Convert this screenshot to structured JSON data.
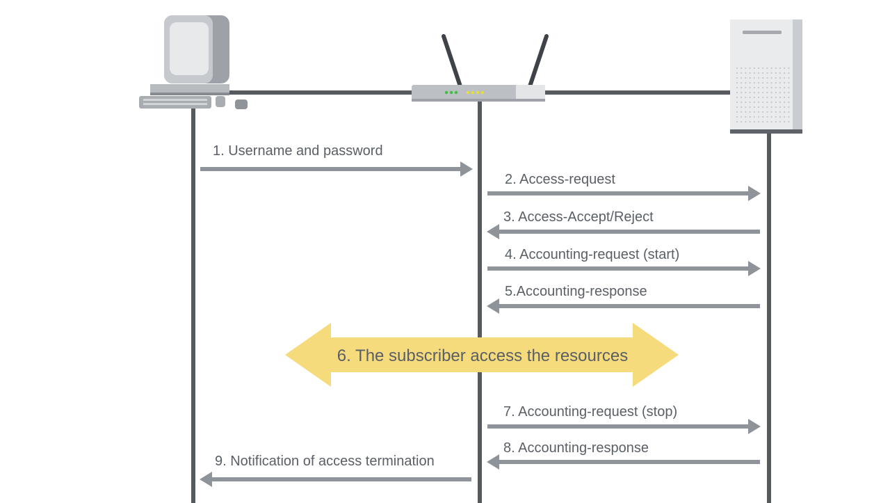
{
  "diagram": {
    "messages": [
      {
        "label": "1. Username and password",
        "from": "client",
        "to": "nas"
      },
      {
        "label": "2. Access-request",
        "from": "nas",
        "to": "server"
      },
      {
        "label": "3. Access-Accept/Reject",
        "from": "server",
        "to": "nas"
      },
      {
        "label": "4. Accounting-request (start)",
        "from": "nas",
        "to": "server"
      },
      {
        "label": "5.Accounting-response",
        "from": "server",
        "to": "nas"
      },
      {
        "label": "7. Accounting-request (stop)",
        "from": "nas",
        "to": "server"
      },
      {
        "label": "8. Accounting-response",
        "from": "server",
        "to": "nas"
      },
      {
        "label": "9. Notification of access termination",
        "from": "nas",
        "to": "client"
      }
    ],
    "banner": {
      "label": "6. The subscriber access the resources"
    },
    "colors": {
      "line": "#56595e",
      "arrow": "#8f939a",
      "text": "#5a5f66",
      "banner": "#f6db7c",
      "device_light": "#d5d8dc",
      "device_mid": "#b4b8bd",
      "device_dark": "#868a90",
      "led_green": "#3fbf3f",
      "led_yellow": "#e6de3a"
    },
    "icons": [
      "computer-icon",
      "router-icon",
      "server-icon"
    ]
  }
}
